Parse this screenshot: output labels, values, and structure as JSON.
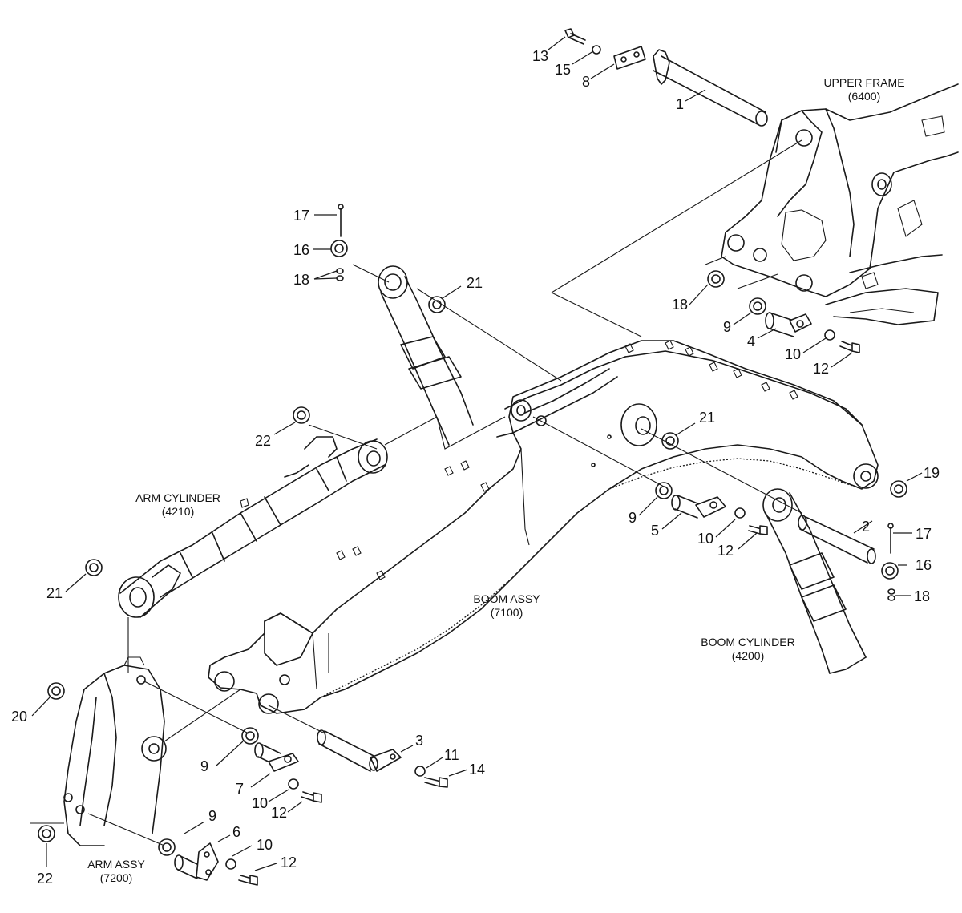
{
  "assemblies": {
    "upper_frame": {
      "name": "UPPER FRAME",
      "code": "(6400)"
    },
    "arm_cylinder": {
      "name": "ARM CYLINDER",
      "code": "(4210)"
    },
    "boom_assy": {
      "name": "BOOM ASSY",
      "code": "(7100)"
    },
    "boom_cylinder": {
      "name": "BOOM CYLINDER",
      "code": "(4200)"
    },
    "arm_assy": {
      "name": "ARM ASSY",
      "code": "(7200)"
    }
  },
  "callouts": {
    "c13": "13",
    "c15": "15",
    "c8": "8",
    "c1": "1",
    "c17a": "17",
    "c16a": "16",
    "c18a": "18",
    "c21a": "21",
    "c18b": "18",
    "c9a": "9",
    "c4": "4",
    "c10a": "10",
    "c12a": "12",
    "c22a": "22",
    "c21b": "21",
    "c19": "19",
    "c9b": "9",
    "c5": "5",
    "c10b": "10",
    "c12b": "12",
    "c2": "2",
    "c17b": "17",
    "c16b": "16",
    "c18c": "18",
    "c21c": "21",
    "c20": "20",
    "c3": "3",
    "c11": "11",
    "c14": "14",
    "c9c": "9",
    "c7": "7",
    "c10c": "10",
    "c12c": "12",
    "c9d": "9",
    "c6": "6",
    "c10d": "10",
    "c12d": "12",
    "c22b": "22"
  }
}
